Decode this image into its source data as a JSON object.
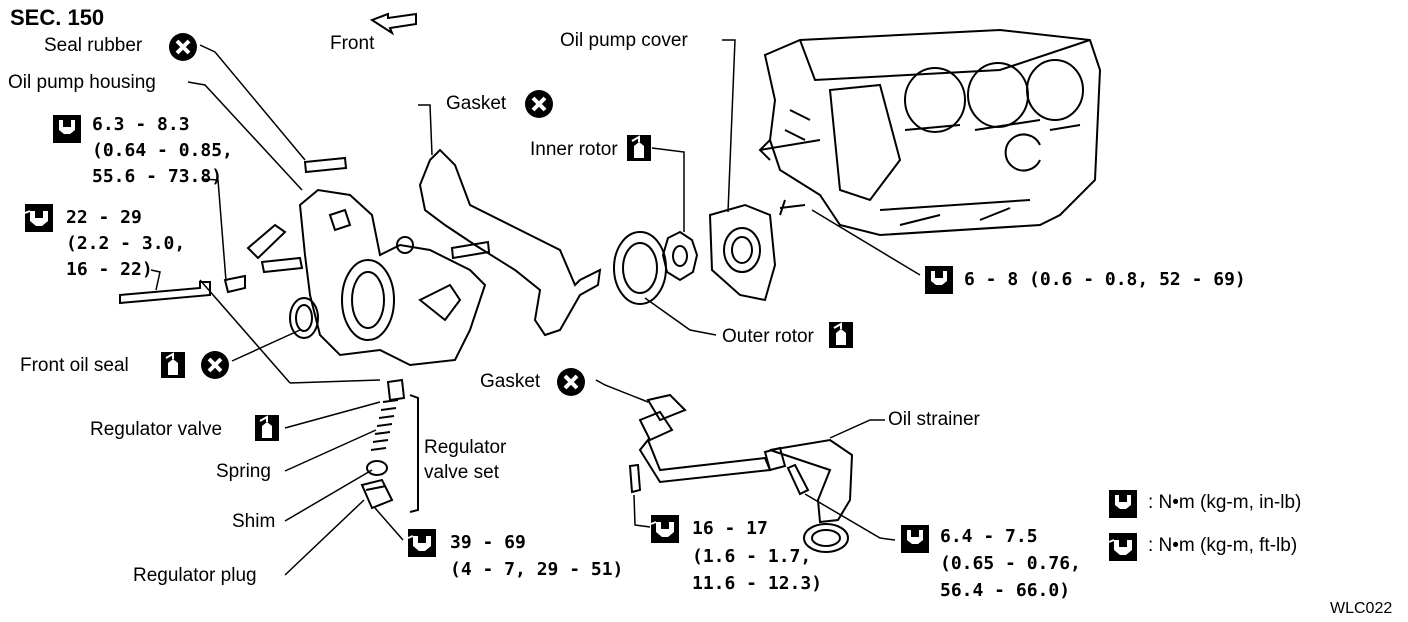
{
  "title": "SEC. 150",
  "figure_code": "WLC022",
  "direction": {
    "label": "Front"
  },
  "labels": {
    "seal_rubber": "Seal rubber",
    "oil_pump_housing": "Oil pump housing",
    "gasket_top": "Gasket",
    "inner_rotor": "Inner rotor",
    "oil_pump_cover": "Oil pump cover",
    "outer_rotor": "Outer rotor",
    "front_oil_seal": "Front oil seal",
    "regulator_valve": "Regulator valve",
    "spring": "Spring",
    "shim": "Shim",
    "regulator_plug": "Regulator plug",
    "regulator_valve_set_1": "Regulator",
    "regulator_valve_set_2": "valve set",
    "gasket_strainer": "Gasket",
    "oil_strainer": "Oil strainer"
  },
  "torques": {
    "housing_bolt_small": [
      "6.3 - 8.3",
      "(0.64 - 0.85,",
      "55.6 - 73.8)"
    ],
    "housing_bolt_large": [
      "22 - 29",
      "(2.2 - 3.0,",
      "16 - 22)"
    ],
    "cover_bolt": [
      "6 - 8 (0.6 - 0.8, 52 - 69)"
    ],
    "regulator_plug": [
      "39 - 69",
      "(4 - 7, 29 - 51)"
    ],
    "strainer_bolt": [
      "16 - 17",
      "(1.6 - 1.7,",
      "11.6 - 12.3)"
    ],
    "strainer_bracket": [
      "6.4 - 7.5",
      "(0.65 - 0.76,",
      "56.4 - 66.0)"
    ]
  },
  "legend": [
    {
      "icon": "torque-wrench-inlb-icon",
      "text": ": N•m (kg-m, in-lb)"
    },
    {
      "icon": "torque-wrench-ftlb-icon",
      "text": ": N•m (kg-m, ft-lb)"
    }
  ],
  "icons": {
    "replace": "do-not-reuse-x-icon",
    "lubricate": "oil-can-icon",
    "torque_inlb": "torque-wrench-inlb-icon",
    "torque_ftlb": "torque-wrench-ftlb-icon"
  }
}
